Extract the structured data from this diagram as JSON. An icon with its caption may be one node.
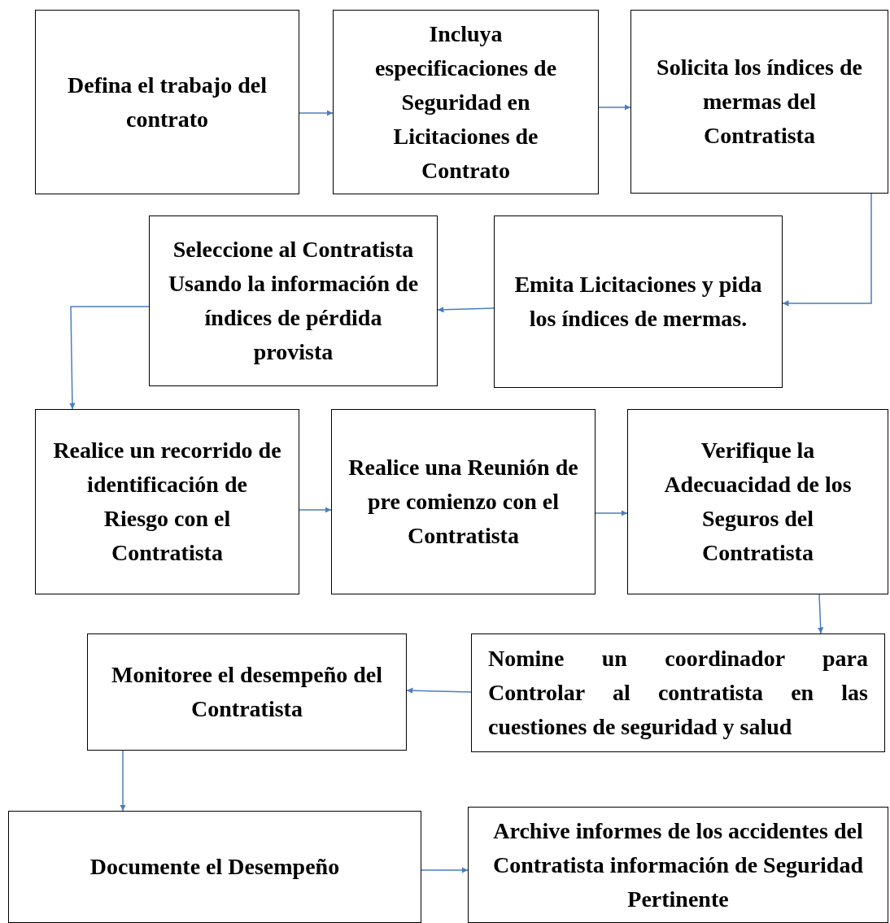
{
  "diagram": {
    "nodes": [
      {
        "text": [
          "Defina el trabajo del contrato"
        ]
      },
      {
        "text": [
          "Incluya especificaciones de Seguridad en Licitaciones de Contrato"
        ]
      },
      {
        "text": [
          "Solicita los índices de mermas del Contratista"
        ]
      },
      {
        "text": [
          "Emita Licitaciones y pida los índices de mermas."
        ]
      },
      {
        "text": [
          "Seleccione al Contratista Usando la información de índices de pérdida provista"
        ]
      },
      {
        "text": [
          "Realice un recorrido de identificación de Riesgo con el Contratista"
        ]
      },
      {
        "text": [
          "Realice una Reunión de pre comienzo con el Contratista"
        ]
      },
      {
        "text": [
          "Verifique la Adecuacidad de los Seguros del Contratista"
        ]
      },
      {
        "text": [
          "Nomine un coordinador para Controlar al contratista en las cuestiones de seguridad y salud"
        ]
      },
      {
        "text": [
          "Monitoree el desempeño del Contratista"
        ]
      },
      {
        "text": [
          "Documente el Desempeño"
        ]
      },
      {
        "text": [
          "Archive informes de los accidentes del Contratista información de Seguridad Pertinente"
        ]
      }
    ],
    "edges": [
      {
        "from": 0,
        "to": 1,
        "arrow": "to"
      },
      {
        "from": 1,
        "to": 2,
        "arrow": "to"
      },
      {
        "from": 2,
        "to": 3,
        "arrow": "to"
      },
      {
        "from": 3,
        "to": 4,
        "arrow": "to"
      },
      {
        "from": 4,
        "to": 5,
        "arrow": "to"
      },
      {
        "from": 5,
        "to": 6,
        "arrow": "to"
      },
      {
        "from": 6,
        "to": 7,
        "arrow": "to"
      },
      {
        "from": 7,
        "to": 8,
        "arrow": "to"
      },
      {
        "from": 8,
        "to": 9,
        "arrow": "to"
      },
      {
        "from": 9,
        "to": 10,
        "arrow": "to"
      },
      {
        "from": 10,
        "to": 11,
        "arrow": "to"
      }
    ]
  }
}
